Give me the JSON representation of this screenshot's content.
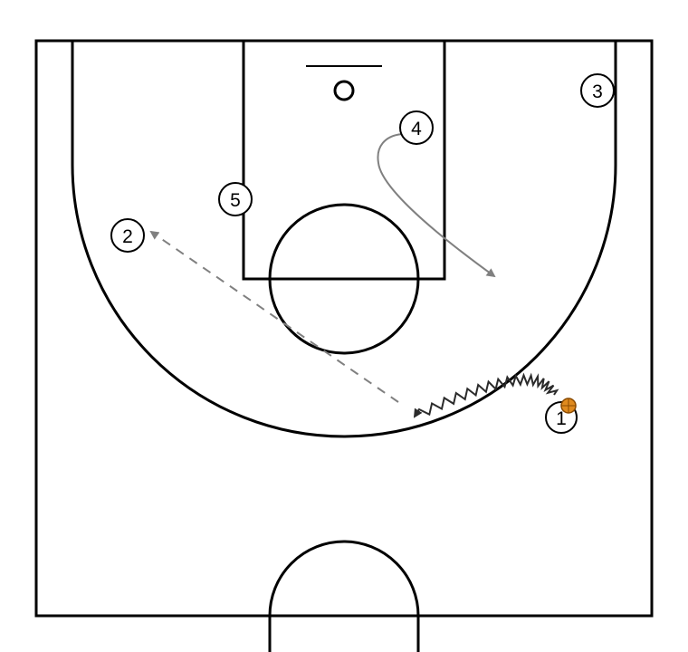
{
  "court": {
    "background_color": "#ffffff",
    "line_color": "#000000",
    "action_color": "#808080",
    "dribble_color": "#2b2b2b",
    "ball_color": "#e08a1e"
  },
  "players": [
    {
      "id": "p1",
      "label": "1",
      "has_ball": true
    },
    {
      "id": "p2",
      "label": "2",
      "has_ball": false
    },
    {
      "id": "p3",
      "label": "3",
      "has_ball": false
    },
    {
      "id": "p4",
      "label": "4",
      "has_ball": false
    },
    {
      "id": "p5",
      "label": "5",
      "has_ball": false
    }
  ],
  "actions": [
    {
      "type": "dribble",
      "player": "1"
    },
    {
      "type": "pass",
      "from": "1",
      "to": "2"
    },
    {
      "type": "cut",
      "player": "4"
    }
  ]
}
